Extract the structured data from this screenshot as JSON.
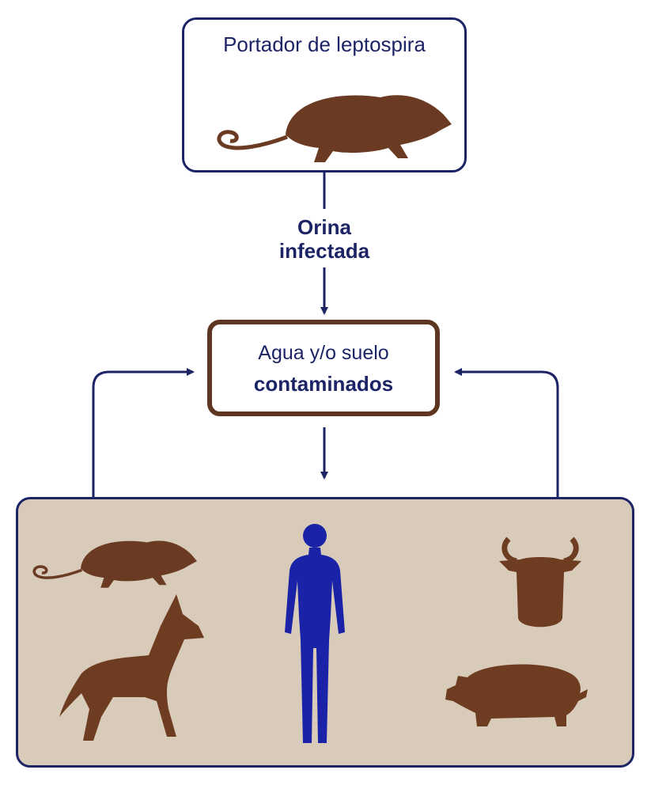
{
  "nodes": {
    "carrier": {
      "label": "Portador de leptospira"
    },
    "transmission": {
      "label_line1": "Orina",
      "label_line2": "infectada"
    },
    "environment": {
      "label_line1": "Agua y/o suelo",
      "label_line2": "contaminados"
    },
    "hosts": {
      "icons": [
        "rat-icon",
        "dog-icon",
        "human-icon",
        "cow-icon",
        "pig-icon"
      ]
    }
  },
  "colors": {
    "navy": "#1c2466",
    "brown": "#5e3520",
    "beige": "#d8cbb9",
    "human": "#1a22a8"
  }
}
